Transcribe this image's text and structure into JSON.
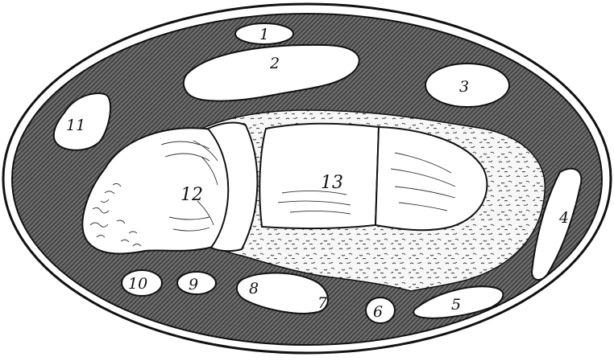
{
  "figure": {
    "colors": {
      "background": "#ffffff",
      "ink": "#111111",
      "shaded_field": "#4a4a4a",
      "structure_fill": "#ffffff",
      "speckle_region": "#f4f4f4"
    },
    "labels": {
      "l1": "1",
      "l2": "2",
      "l3": "3",
      "l4": "4",
      "l5": "5",
      "l6": "6",
      "l7": "7",
      "l8": "8",
      "l9": "9",
      "l10": "10",
      "l11": "11",
      "l12": "12",
      "l13": "13"
    }
  }
}
